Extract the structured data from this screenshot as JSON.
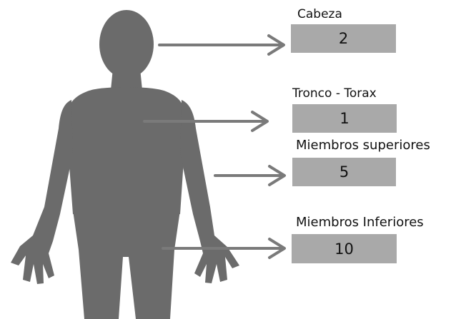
{
  "colors": {
    "silhouette": "#6b6b6b",
    "arrow": "#7a7a7a",
    "box": "#a9a9a9",
    "text": "#111111",
    "background": "#ffffff"
  },
  "regions": [
    {
      "key": "cabeza",
      "label": "Cabeza",
      "value": "2"
    },
    {
      "key": "tronco",
      "label": "Tronco - Torax",
      "value": "1"
    },
    {
      "key": "superiores",
      "label": "Miembros superiores",
      "value": "5"
    },
    {
      "key": "inferiores",
      "label": "Miembros Inferiores",
      "value": "10"
    }
  ]
}
